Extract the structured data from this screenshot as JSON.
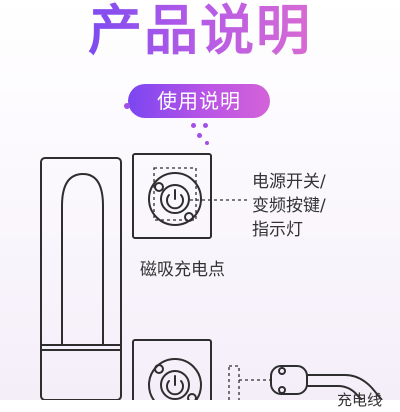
{
  "header": {
    "title": "产品说明",
    "subtitle_pill": "使用说明"
  },
  "labels": {
    "power_switch_line1": "电源开关/",
    "power_switch_line2": "变频按键/",
    "power_switch_line3": "指示灯",
    "magnetic_charge": "磁吸充电点",
    "charge_cable_partial": "充电线"
  },
  "colors": {
    "accent_purple": "#b653e6",
    "line_dark": "#333333"
  },
  "icons": [
    "power-icon"
  ]
}
